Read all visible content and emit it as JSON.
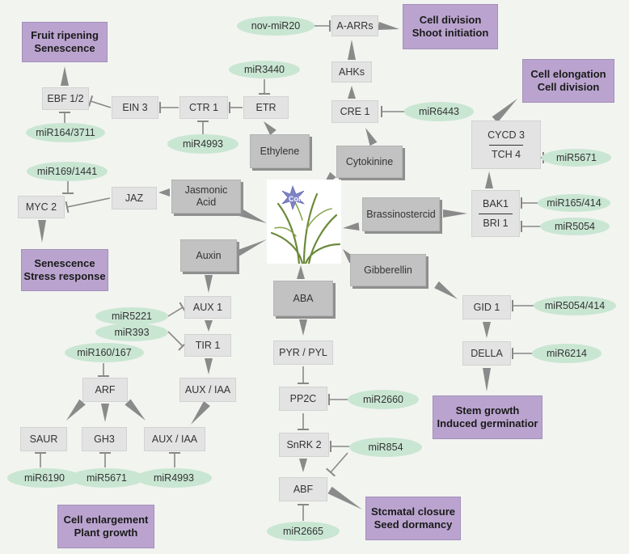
{
  "outcomes": {
    "fruit": [
      "Fruit ripening",
      "Senescence"
    ],
    "celldiv": [
      "Cell division",
      "Shoot initiation"
    ],
    "cellelong": [
      "Cell elongation",
      "Cell division"
    ],
    "senstress": [
      "Senescence",
      "Stress response"
    ],
    "stem": [
      "Stem growth",
      "Induced germinatior"
    ],
    "stomatal": [
      "Stcmatal closure",
      "Seed dormancy"
    ],
    "enlarge": [
      "Cell enlargement",
      "Plant growth"
    ]
  },
  "hormones": {
    "ethylene": "Ethylene",
    "cytokinine": "Cytokinine",
    "jasmonic": [
      "Jasmonic",
      "Acid"
    ],
    "brassino": "Brassinostercid",
    "auxin": "Auxin",
    "gibberellin": "Gibberellin",
    "aba": "ABA"
  },
  "genes": {
    "a_arrs": "A-ARRs",
    "ahks": "AHKs",
    "cre1": "CRE 1",
    "ebf": "EBF 1/2",
    "ein3": "EIN 3",
    "ctr1": "CTR 1",
    "etr": "ETR",
    "cycd3": "CYCD 3",
    "tch4": "TCH 4",
    "myc2": "MYC 2",
    "jaz": "JAZ",
    "bak1": "BAK1",
    "bri1": "BRI 1",
    "aux1": "AUX 1",
    "tir1": "TIR 1",
    "arf": "ARF",
    "auxiaa1": "AUX / IAA",
    "saur": "SAUR",
    "gh3": "GH3",
    "auxiaa2": "AUX / IAA",
    "pyr": "PYR / PYL",
    "pp2c": "PP2C",
    "snrk2": "SnRK 2",
    "abf": "ABF",
    "gid1": "GID 1",
    "della": "DELLA"
  },
  "mirnas": {
    "novmir20": "nov-miR20",
    "mir3440": "miR3440",
    "mir6443": "miR6443",
    "mir164": "miR164/3711",
    "mir4993a": "miR4993",
    "mir5671a": "miR5671",
    "mir169": "miR169/1441",
    "mir165": "miR165/414",
    "mir5054a": "miR5054",
    "mir5221": "miR5221",
    "mir393": "miR393",
    "mir160": "miR160/167",
    "mir5054b": "miR5054/414",
    "mir6214": "miR6214",
    "mir2660": "miR2660",
    "mir854": "miR854",
    "mir6190": "miR6190",
    "mir5671b": "miR5671",
    "mir4993b": "miR4993",
    "mir2665": "miR2665"
  },
  "center_label": "Cold",
  "colors": {
    "background": "#f2f4f0",
    "gene_box": "#e3e3e3",
    "mirna": "#c9e6d2",
    "hormone": "#c2c2c2",
    "outcome": "#baa4cf",
    "connector": "#888888"
  }
}
